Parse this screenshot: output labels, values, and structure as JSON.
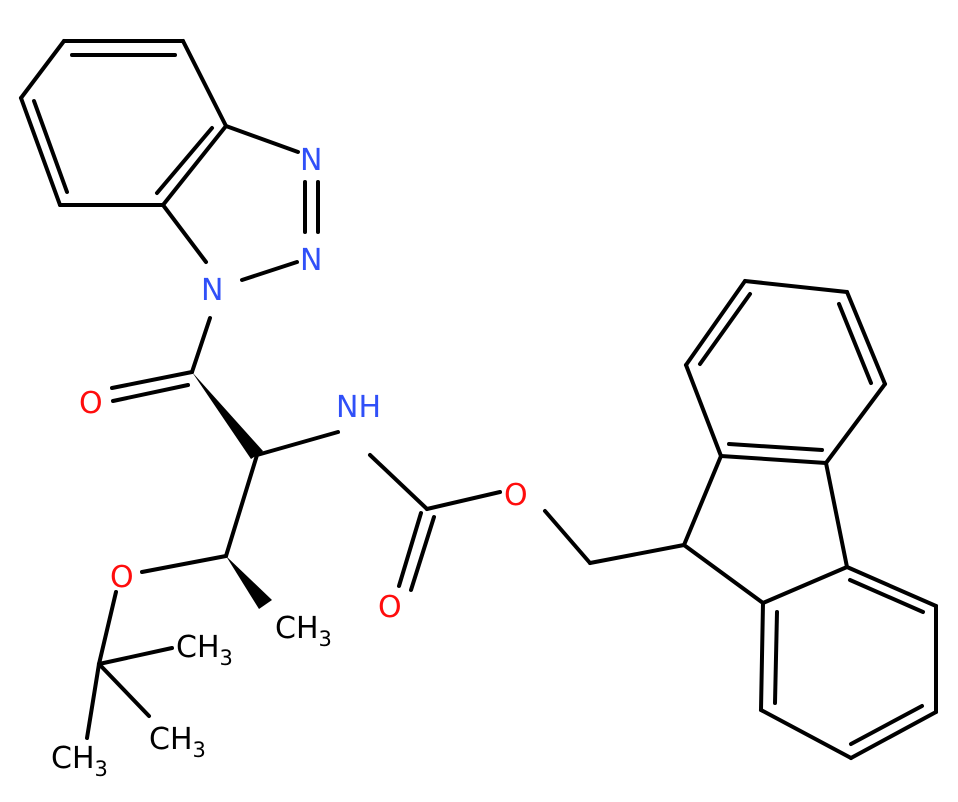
{
  "molecule": {
    "atoms": {
      "n1": "N",
      "n2": "N",
      "n3": "N",
      "o_acyl": "O",
      "nh": "NH",
      "o_ester": "O",
      "o_carbonyl": "O",
      "o_tbu": "O",
      "ch3_main": "CH",
      "ch3_tbu_a": "CH",
      "ch3_tbu_b": "CH",
      "ch3_tbu_c": "CH",
      "sub3": "3"
    },
    "colors": {
      "nitrogen": "#3050f8",
      "oxygen": "#ff0d0d",
      "carbon": "#000000"
    }
  }
}
